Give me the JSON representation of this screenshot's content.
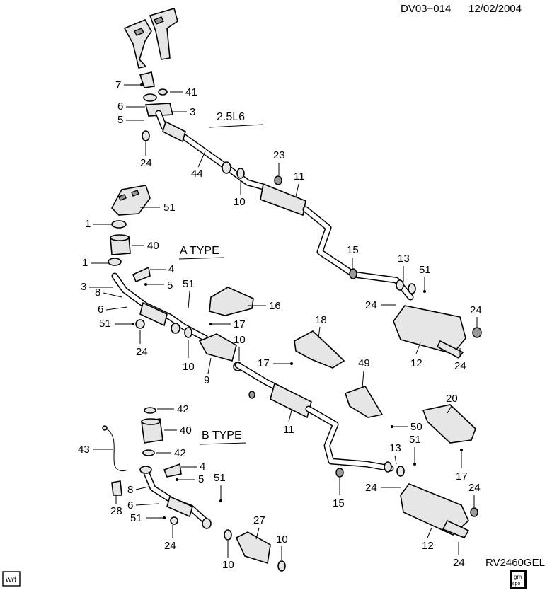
{
  "header": {
    "doc_id": "DV03−014",
    "date": "12/02/2004"
  },
  "footer": {
    "ref_code": "RV2460GEL",
    "wd_badge": "wd",
    "gm_logo_top": "gm",
    "gm_logo_bottom": "spo"
  },
  "sections": {
    "engine": "2.5L6",
    "a_type": "A TYPE",
    "b_type": "B TYPE"
  },
  "callouts": {
    "c7": "7",
    "c41": "41",
    "c6a": "6",
    "c3a": "3",
    "c5a": "5",
    "c24a": "24",
    "c44": "44",
    "c23": "23",
    "c11a": "11",
    "c10a": "10",
    "c51a": "51",
    "c1a": "1",
    "c40a": "40",
    "c1b": "1",
    "c4a": "4",
    "c3b": "3",
    "c8a": "8",
    "c5b": "5",
    "c51b": "51",
    "c6b": "6",
    "c51c": "51",
    "c24b": "24",
    "c16": "16",
    "c17a": "17",
    "c10b": "10",
    "c10c": "10",
    "c9": "9",
    "c15a": "15",
    "c13a": "13",
    "c51d": "51",
    "c24c": "24",
    "c24d": "24",
    "c12a": "12",
    "c24e": "24",
    "c18": "18",
    "c17b": "17",
    "c49": "49",
    "c11b": "11",
    "c50": "50",
    "c20": "20",
    "c17c": "17",
    "c42a": "42",
    "c40b": "40",
    "c43": "43",
    "c42b": "42",
    "c4b": "4",
    "c5c": "5",
    "c8b": "8",
    "c28": "28",
    "c6c": "6",
    "c51e": "51",
    "c24f": "24",
    "c51f": "51",
    "c27": "27",
    "c10d": "10",
    "c10e": "10",
    "c13b": "13",
    "c51g": "51",
    "c15b": "15",
    "c24g": "24",
    "c24h": "24",
    "c12b": "12",
    "c24i": "24"
  },
  "icons": [
    "exhaust-manifold",
    "catalytic-converter",
    "resonator",
    "muffler",
    "heat-shield",
    "gasket",
    "bolt",
    "oxygen-sensor",
    "hanger"
  ]
}
